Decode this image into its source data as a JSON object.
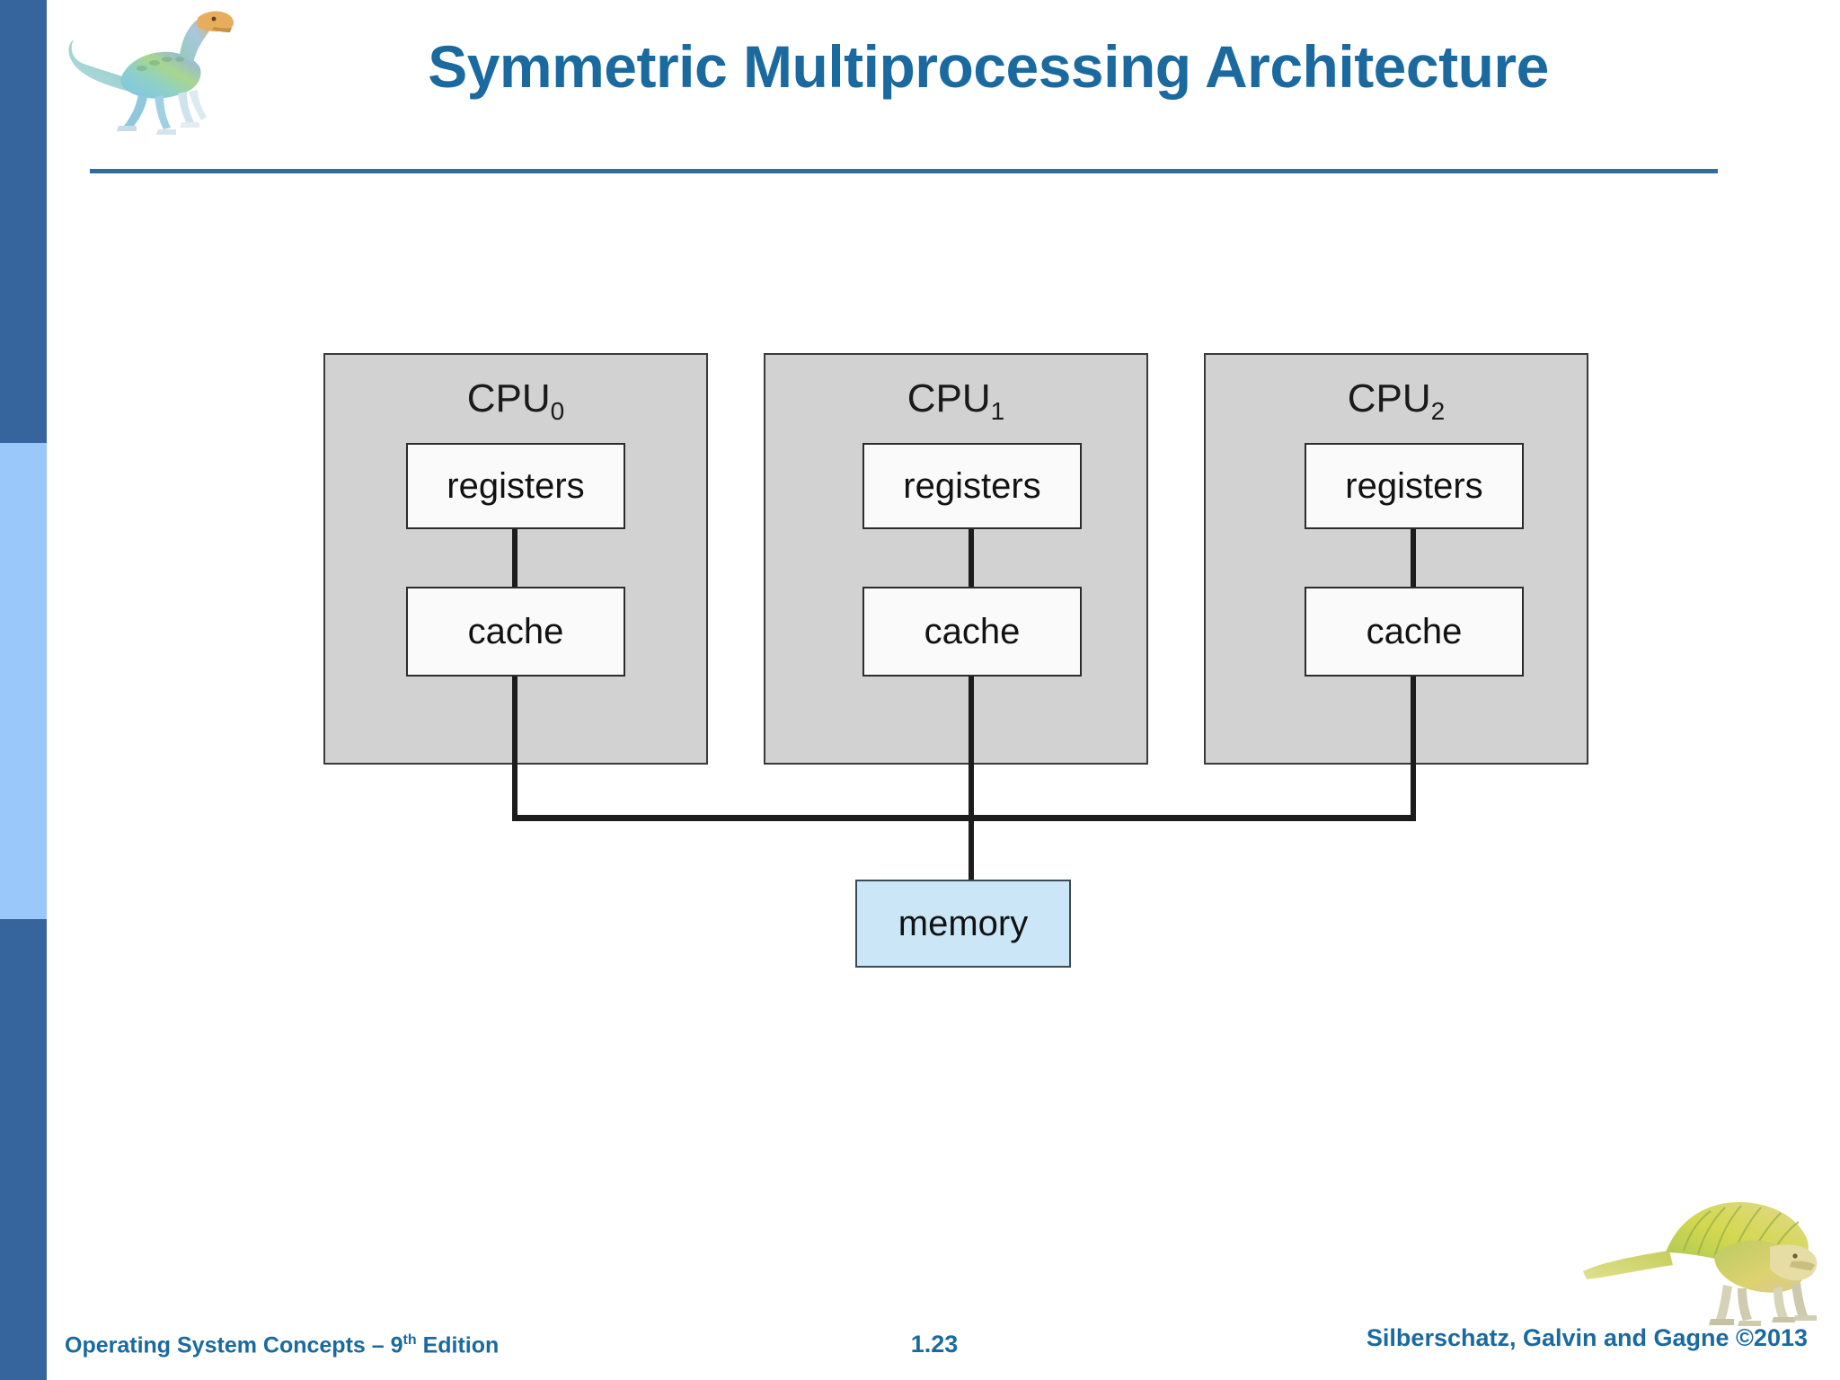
{
  "slide": {
    "title": "Symmetric Multiprocessing Architecture",
    "title_color": "#1A6AA0",
    "rule_color": "#346A9C",
    "background": "#FFFFFF"
  },
  "sidebar": {
    "segments": [
      {
        "name": "top-bar",
        "color": "#36649C"
      },
      {
        "name": "middle-bar",
        "color": "#9AC8FB"
      },
      {
        "name": "bottom-bar",
        "color": "#36649C"
      }
    ]
  },
  "decorations": {
    "header_dino": "dinosaur-illustration",
    "footer_dino": "dimetrodon-illustration"
  },
  "diagram": {
    "type": "block-diagram",
    "memory": {
      "label": "memory",
      "fill": "#CBE7F7",
      "stroke": "#3C4A55"
    },
    "cpus": [
      {
        "label": "CPU",
        "index": "0",
        "fill": "#D2D2D2",
        "stroke": "#3A3A3A",
        "blocks": [
          {
            "label": "registers"
          },
          {
            "label": "cache"
          }
        ]
      },
      {
        "label": "CPU",
        "index": "1",
        "fill": "#D2D2D2",
        "stroke": "#3A3A3A",
        "blocks": [
          {
            "label": "registers"
          },
          {
            "label": "cache"
          }
        ]
      },
      {
        "label": "CPU",
        "index": "2",
        "fill": "#D2D2D2",
        "stroke": "#3A3A3A",
        "blocks": [
          {
            "label": "registers"
          },
          {
            "label": "cache"
          }
        ]
      }
    ]
  },
  "footer": {
    "book": "Operating System Concepts – 9",
    "book_sup": "th",
    "book_tail": " Edition",
    "page": "1.23",
    "copyright": "Silberschatz, Galvin and Gagne ©2013"
  }
}
